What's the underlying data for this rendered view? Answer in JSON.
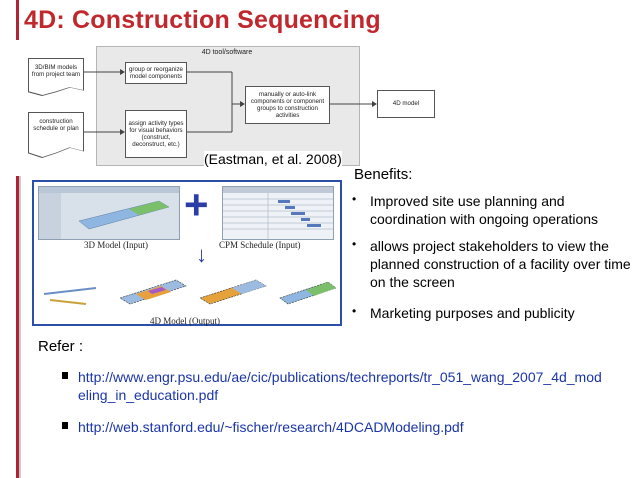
{
  "slide": {
    "title": "4D: Construction Sequencing",
    "citation": "(Eastman, et al. 2008)"
  },
  "diagram": {
    "tool_label": "4D tool/software",
    "inputs": [
      "3D/BIM models from project team",
      "construction schedule or plan"
    ],
    "steps": [
      "group or reorganize model components",
      "assign activity types for visual behaviors (construct, deconstruct, etc.)",
      "manually or auto-link components or component groups to construction activities"
    ],
    "output": "4D model"
  },
  "figure": {
    "label_3d": "3D Model (Input)",
    "label_cpm": "CPM Schedule (Input)",
    "label_4d": "4D Model (Output)",
    "plus": "+",
    "arrow": "↓"
  },
  "benefits": {
    "heading": "Benefits:",
    "items": [
      "Improved site use planning and coordination with ongoing operations",
      "allows project stakeholders to view the planned construction of a facility over time on the screen",
      "Marketing purposes and publicity"
    ]
  },
  "references": {
    "heading": "Refer :",
    "links": [
      "http://www.engr.psu.edu/ae/cic/publications/techreports/tr_051_wang_2007_4d_modeling_in_education.pdf",
      "http://web.stanford.edu/~fischer/research/4DCADModeling.pdf"
    ]
  },
  "colors": {
    "title": "#c0282d",
    "accent_bar": "#b22234",
    "link": "#1a35a8",
    "frame": "#2a4fa8"
  }
}
